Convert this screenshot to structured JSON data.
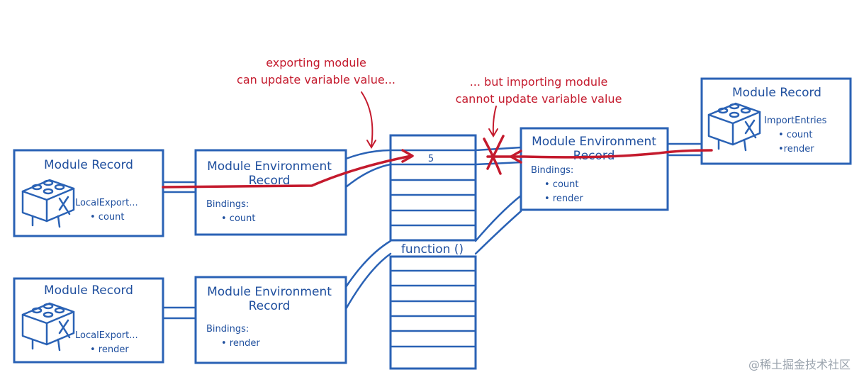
{
  "module_record_1": {
    "title": "Module Record",
    "entries_label": "LocalExport...",
    "entries": [
      "• count"
    ]
  },
  "module_record_2": {
    "title": "Module Record",
    "entries_label": "LocalExport...",
    "entries": [
      "• render"
    ]
  },
  "module_record_3": {
    "title": "Module Record",
    "entries_label": "ImportEntries",
    "entries": [
      "• count",
      "•render"
    ]
  },
  "env_record_1": {
    "title_line1": "Module Environment",
    "title_line2": "Record",
    "bindings_label": "Bindings:",
    "bindings": [
      "• count"
    ]
  },
  "env_record_2": {
    "title_line1": "Module Environment",
    "title_line2": "Record",
    "bindings_label": "Bindings:",
    "bindings": [
      "• render"
    ]
  },
  "env_record_3": {
    "title_line1": "Module Environment",
    "title_line2": "Record",
    "bindings_label": "Bindings:",
    "bindings": [
      "• count",
      "• render"
    ]
  },
  "memory": {
    "slot_value": "5",
    "function_label": "function ()"
  },
  "annotations": {
    "exporting_line1": "exporting module",
    "exporting_line2": "can update variable value...",
    "importing_line1": "... but importing module",
    "importing_line2": "cannot update variable value"
  },
  "watermark": "@稀土掘金技术社区",
  "colors": {
    "blue": "#2a62b5",
    "red": "#c41a2d"
  }
}
